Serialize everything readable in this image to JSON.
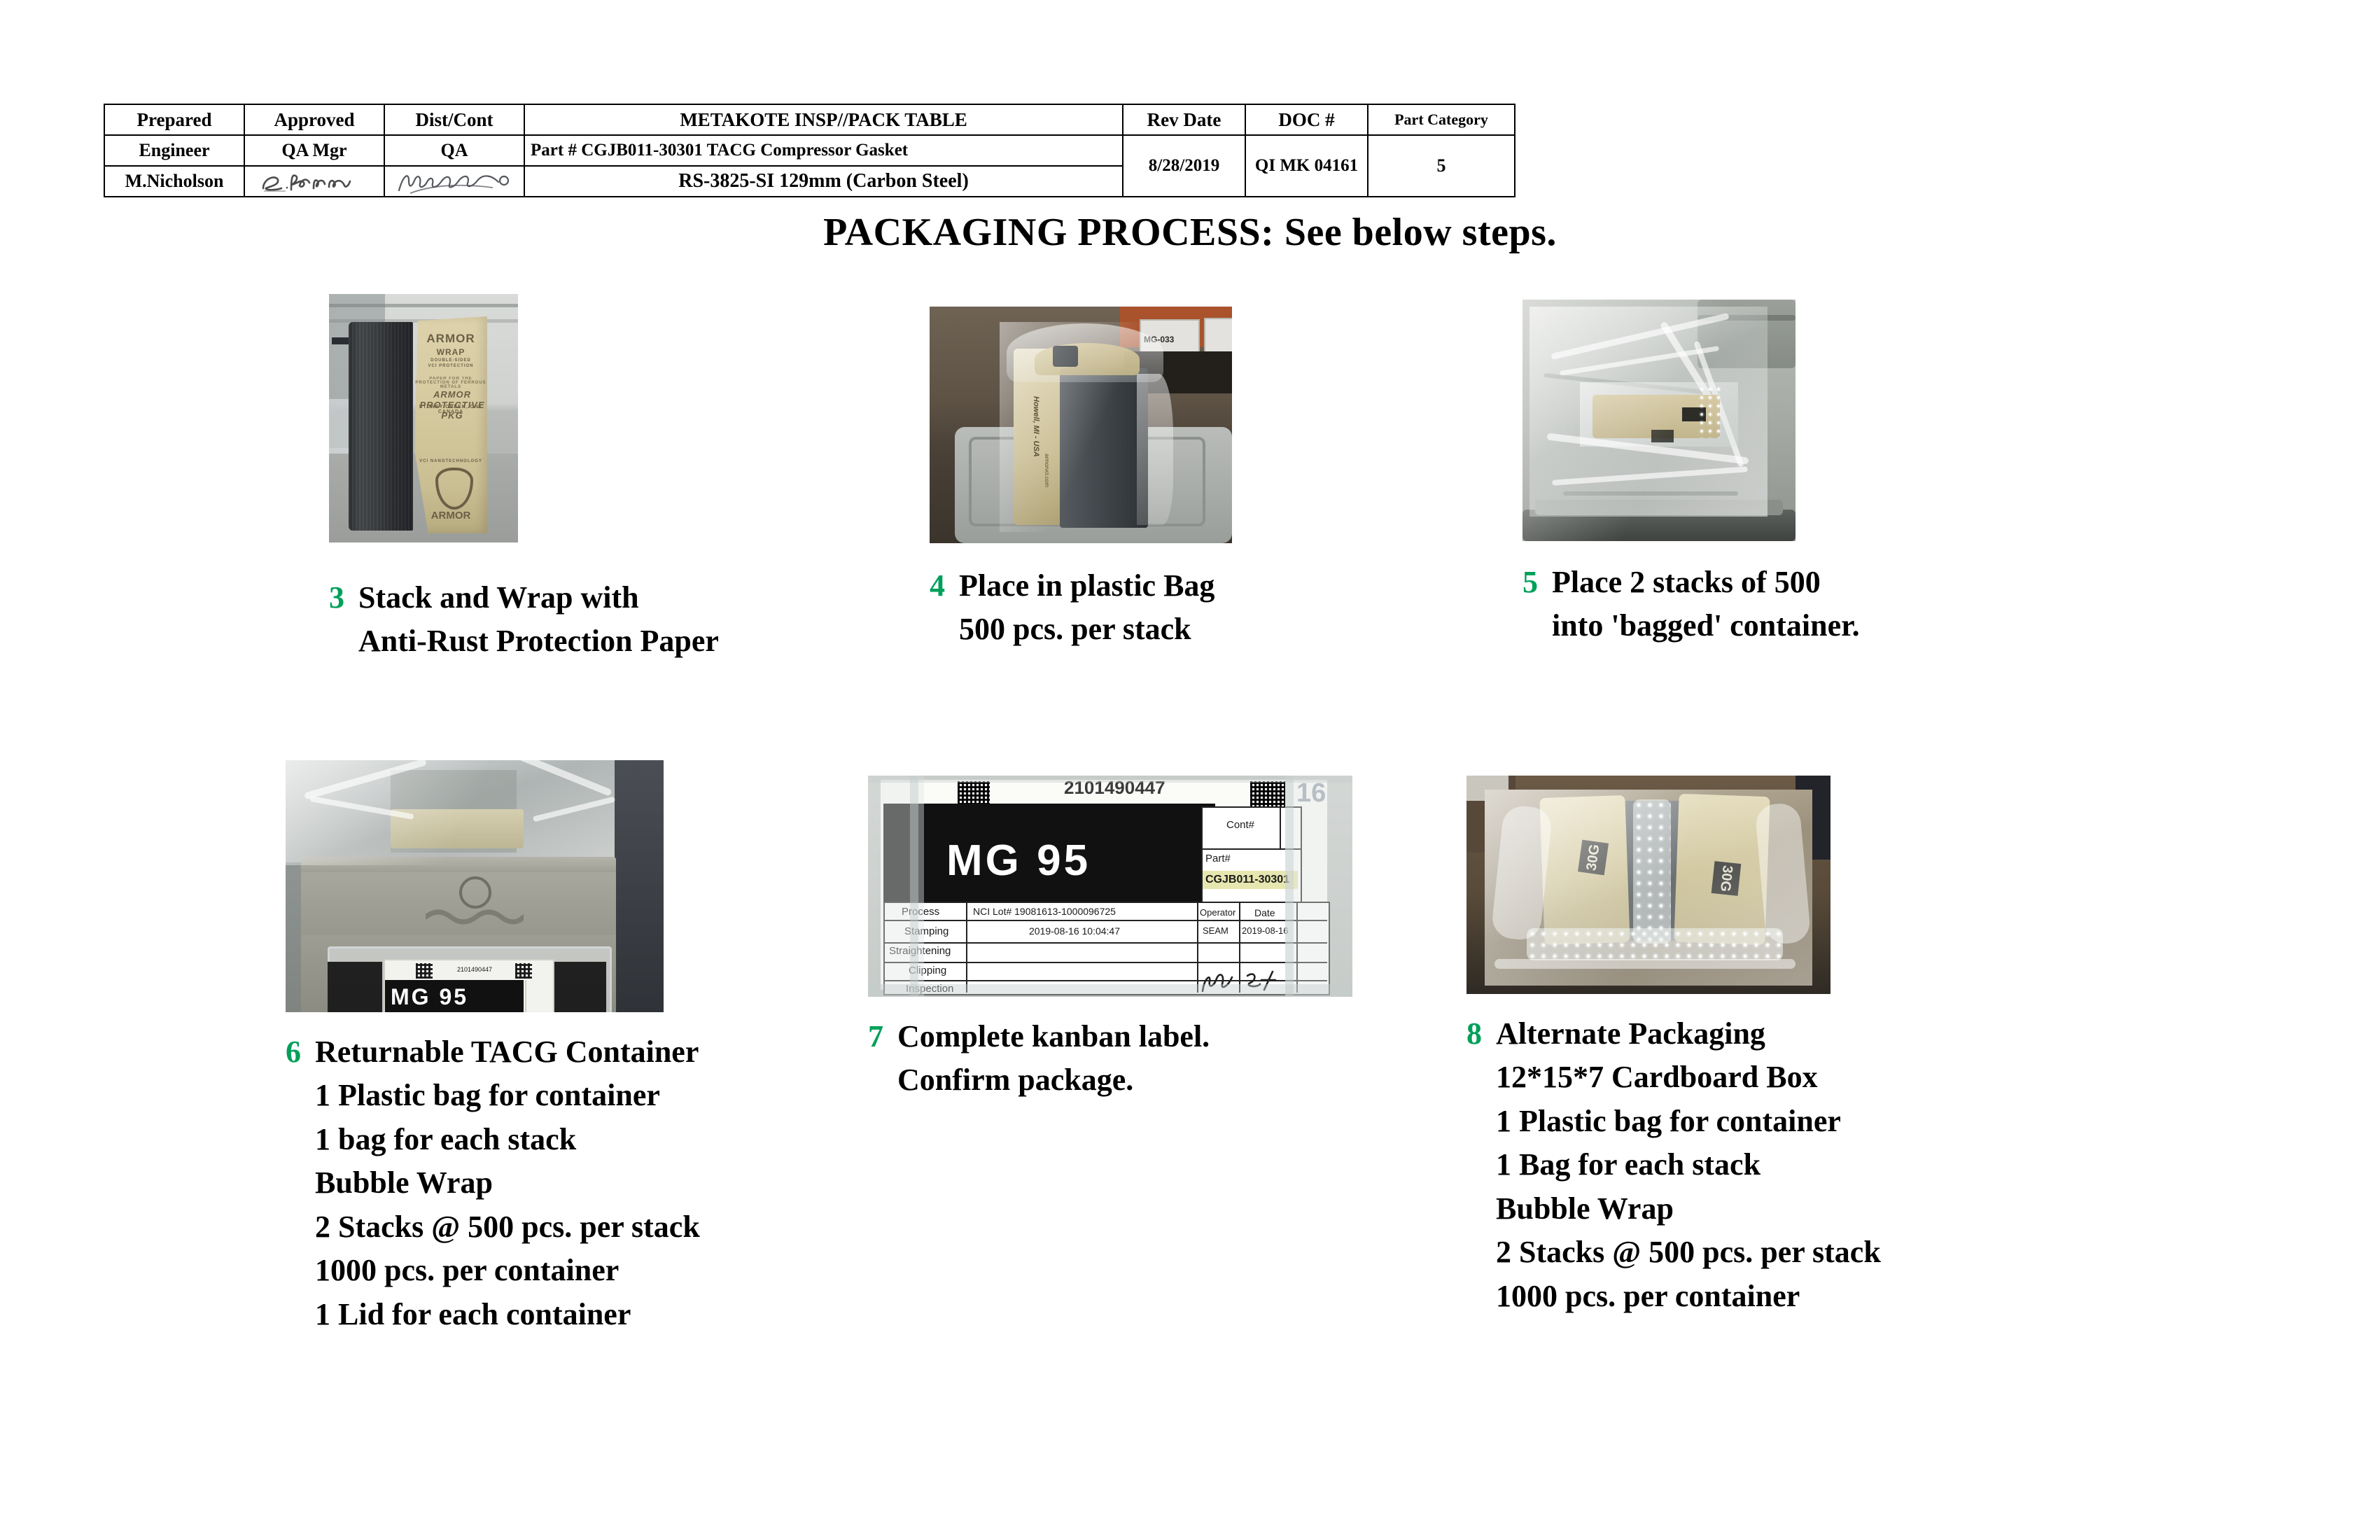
{
  "header_table": {
    "columns": [
      "Prepared",
      "Approved",
      "Dist/Cont",
      "METAKOTE  INSP//PACK  TABLE",
      "Rev Date",
      "DOC #",
      "Part Category"
    ],
    "role_row": [
      "Engineer",
      "QA Mgr",
      "QA"
    ],
    "name_row": [
      "M.Nicholson"
    ],
    "signature_approved": "2.Brown",
    "signature_dist": "Maria Smith",
    "part_line": "Part # CGJB011-30301 TACG Compressor Gasket",
    "spec_line": "RS-3825-SI  129mm  (Carbon Steel)",
    "rev_date": "8/28/2019",
    "doc_number": "QI MK 04161",
    "part_category": "5"
  },
  "page_title": "PACKAGING  PROCESS:  See below steps.",
  "steps": [
    {
      "number": "3",
      "photo_name": "photo-stack-and-wrap",
      "lines": [
        "Stack and Wrap with",
        "Anti-Rust Protection Paper"
      ],
      "photo_text": {
        "brand": "ARMOR",
        "brand_sub": "WRAP",
        "tagline1": "DOUBLE-SIDED",
        "tagline2": "VCI PROTECTION",
        "banner": "PAPER FOR THE PROTECTION OF FERROUS METALS",
        "product": "ARMOR PROTECTIVE PKG",
        "location": "STONEY CREEK, ONT CANADA",
        "nano": "VCI NANOTECHNOLOGY"
      }
    },
    {
      "number": "4",
      "photo_name": "photo-place-in-plastic-bag",
      "lines": [
        "Place in plastic Bag",
        "500 pcs. per stack"
      ],
      "photo_text": {
        "kraft_print": "Howell, MI - USA",
        "kraft_url": "armorvci.com",
        "shelf_box": "MG-033"
      }
    },
    {
      "number": "5",
      "photo_name": "photo-two-stacks-into-bagged-container",
      "lines": [
        "Place 2 stacks of 500",
        "into 'bagged' container."
      ],
      "photo_text": {}
    },
    {
      "number": "6",
      "photo_name": "photo-returnable-tacg-container",
      "lines": [
        "Returnable TACG Container",
        "1  Plastic bag for container",
        "1 bag for each stack",
        "Bubble Wrap",
        "2 Stacks @ 500 pcs. per stack",
        "1000 pcs. per container",
        "1 Lid for each container"
      ],
      "photo_text": {
        "label_code": "2101490447",
        "label_mg": "MG  95"
      }
    },
    {
      "number": "7",
      "photo_name": "photo-complete-kanban-label",
      "lines": [
        "Complete kanban label.",
        "Confirm package."
      ],
      "photo_text": {
        "serial": "2101490447",
        "mg_code": "MG  95",
        "cont_label": "Cont#",
        "part_label": "Part#",
        "part_value": "CGJB011-30301",
        "operator_label": "Operator",
        "date_label": "Date",
        "process_label": "Process",
        "lot_label": "NCI Lot# 19081613-1000096725",
        "rows": [
          {
            "process": "Stamping",
            "detail": "2019-08-16 10:04:47",
            "operator": "SEAM",
            "date": "2019-08-16"
          },
          {
            "process": "Straightening",
            "detail": "",
            "operator": "",
            "date": ""
          },
          {
            "process": "Clipping",
            "detail": "",
            "operator": "",
            "date": ""
          },
          {
            "process": "Inspection",
            "detail": "",
            "operator": "",
            "date": ""
          }
        ],
        "edge_number": "16",
        "handwriting_operator": "SM",
        "handwriting_date": "8-11"
      }
    },
    {
      "number": "8",
      "photo_name": "photo-alternate-packaging",
      "lines": [
        "Alternate Packaging",
        "12*15*7 Cardboard Box",
        "1 Plastic bag for container",
        "1 Bag for each stack",
        "Bubble Wrap",
        "2 Stacks @ 500 pcs. per stack",
        "1000 pcs. per container"
      ],
      "photo_text": {
        "tag_left": "30G",
        "tag_right": "30G"
      }
    }
  ],
  "colors": {
    "step_number_green": "#00a05a",
    "text_black": "#000000",
    "page_background": "#ffffff"
  }
}
